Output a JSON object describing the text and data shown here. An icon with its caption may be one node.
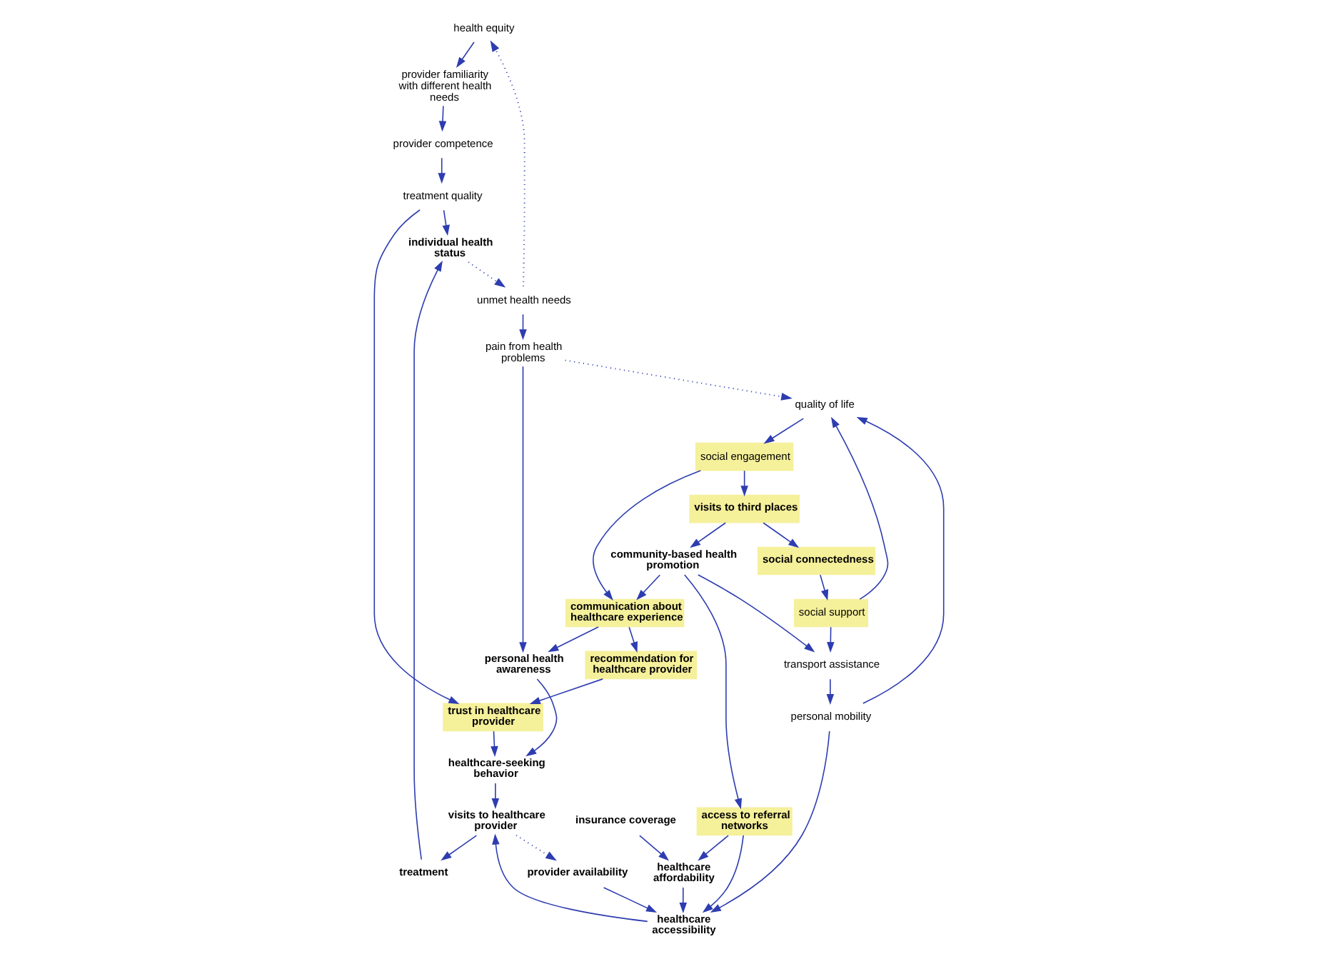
{
  "diagram": {
    "nodes": [
      {
        "text": [
          "health equity"
        ]
      },
      {
        "text": [
          "provider familiarity with different health needs"
        ]
      },
      {
        "text": [
          "provider competence"
        ]
      },
      {
        "text": [
          "unmet health needs"
        ]
      },
      {
        "text": [
          "individual health status"
        ]
      },
      {
        "text": [
          "treatment quality"
        ]
      },
      {
        "text": [
          "insurance coverage"
        ]
      },
      {
        "text": [
          "provider availability"
        ]
      },
      {
        "text": [
          "treatment"
        ]
      },
      {
        "text": [
          "visits to healthcare provider"
        ]
      },
      {
        "text": [
          "trust in healthcare provider"
        ]
      },
      {
        "text": [
          "healthcare accessibility"
        ]
      },
      {
        "text": [
          "healthcare-seeking behavior"
        ]
      },
      {
        "text": [
          "pain from health problems"
        ]
      },
      {
        "text": [
          "healthcare affordability"
        ]
      },
      {
        "text": [
          "recommendation for healthcare provider"
        ]
      },
      {
        "text": [
          "personal health awareness"
        ]
      },
      {
        "text": [
          "personal mobility"
        ]
      },
      {
        "text": [
          "quality of life"
        ]
      },
      {
        "text": [
          "social engagement"
        ]
      },
      {
        "text": [
          "communication about healthcare experience"
        ]
      },
      {
        "text": [
          "access to referral networks"
        ]
      },
      {
        "text": [
          "transport assistance"
        ]
      },
      {
        "text": [
          "social support"
        ]
      },
      {
        "text": [
          "visits to third places"
        ]
      },
      {
        "text": [
          "social connectedness"
        ]
      },
      {
        "text": [
          "community-based health promotion"
        ]
      }
    ],
    "edges": [
      {
        "from": 0,
        "to": 1,
        "arrow": "to"
      },
      {
        "from": 1,
        "to": 2,
        "arrow": "to"
      },
      {
        "from": 2,
        "to": 5,
        "arrow": "to"
      },
      {
        "from": 5,
        "to": 4,
        "arrow": "to"
      },
      {
        "from": 5,
        "to": 10,
        "arrow": "to"
      },
      {
        "from": 4,
        "to": 3,
        "arrow": "to",
        "style": "dashed"
      },
      {
        "from": 3,
        "to": 0,
        "arrow": "to",
        "style": "dashed"
      },
      {
        "from": 3,
        "to": 13,
        "arrow": "to"
      },
      {
        "from": 8,
        "to": 4,
        "arrow": "to"
      },
      {
        "from": 9,
        "to": 8,
        "arrow": "to"
      },
      {
        "from": 9,
        "to": 7,
        "arrow": "to",
        "style": "dashed"
      },
      {
        "from": 7,
        "to": 11,
        "arrow": "to"
      },
      {
        "from": 11,
        "to": 9,
        "arrow": "to"
      },
      {
        "from": 6,
        "to": 14,
        "arrow": "to"
      },
      {
        "from": 14,
        "to": 11,
        "arrow": "to"
      },
      {
        "from": 12,
        "to": 9,
        "arrow": "to"
      },
      {
        "from": 10,
        "to": 12,
        "arrow": "to"
      },
      {
        "from": 13,
        "to": 16,
        "arrow": "to"
      },
      {
        "from": 13,
        "to": 18,
        "arrow": "to",
        "style": "dashed"
      },
      {
        "from": 16,
        "to": 12,
        "arrow": "to"
      },
      {
        "from": 17,
        "to": 11,
        "arrow": "to"
      },
      {
        "from": 17,
        "to": 18,
        "arrow": "to"
      },
      {
        "from": 18,
        "to": 19,
        "arrow": "to"
      },
      {
        "from": 19,
        "to": 20,
        "arrow": "to"
      },
      {
        "from": 19,
        "to": 24,
        "arrow": "to"
      },
      {
        "from": 20,
        "to": 16,
        "arrow": "to"
      },
      {
        "from": 20,
        "to": 15,
        "arrow": "to"
      },
      {
        "from": 15,
        "to": 10,
        "arrow": "to"
      },
      {
        "from": 21,
        "to": 14,
        "arrow": "to"
      },
      {
        "from": 21,
        "to": 11,
        "arrow": "to"
      },
      {
        "from": 22,
        "to": 17,
        "arrow": "to"
      },
      {
        "from": 23,
        "to": 18,
        "arrow": "to"
      },
      {
        "from": 23,
        "to": 22,
        "arrow": "to"
      },
      {
        "from": 25,
        "to": 23,
        "arrow": "to"
      },
      {
        "from": 24,
        "to": 25,
        "arrow": "to"
      },
      {
        "from": 24,
        "to": 26,
        "arrow": "to"
      },
      {
        "from": 26,
        "to": 21,
        "arrow": "to"
      },
      {
        "from": 26,
        "to": 22,
        "arrow": "to"
      },
      {
        "from": 26,
        "to": 20,
        "arrow": "to"
      }
    ]
  }
}
